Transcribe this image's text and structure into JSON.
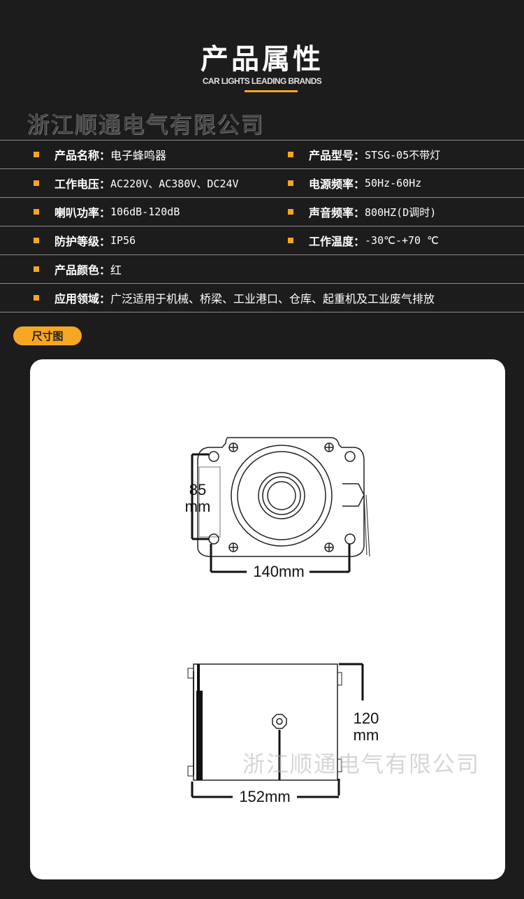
{
  "header": {
    "title": "产品属性",
    "subtitle": "CAR LIGHTS LEADING BRANDS",
    "company": "浙江顺通电气有限公司"
  },
  "specs": {
    "rows": [
      {
        "left": {
          "k": "产品名称：",
          "v": "电子蜂鸣器"
        },
        "right": {
          "k": "产品型号：",
          "v": "STSG-05不带灯"
        }
      },
      {
        "left": {
          "k": "工作电压：",
          "v": "AC220V、AC380V、DC24V"
        },
        "right": {
          "k": "电源频率：",
          "v": "50Hz-60Hz"
        }
      },
      {
        "left": {
          "k": "喇叭功率：",
          "v": "106dB-120dB"
        },
        "right": {
          "k": "声音频率：",
          "v": "800HZ(D调时)"
        }
      },
      {
        "left": {
          "k": "防护等级：",
          "v": "IP56"
        },
        "right": {
          "k": "工作温度：",
          "v": "-30℃-+70 ℃"
        }
      },
      {
        "left": {
          "k": "产品颜色：",
          "v": "红"
        }
      },
      {
        "left": {
          "k": "应用领域：",
          "v": "广泛适用于机械、桥梁、工业港口、仓库、起重机及工业废气排放"
        }
      }
    ]
  },
  "dimensions": {
    "badge": "尺寸图",
    "height_front": [
      "85",
      "mm"
    ],
    "width_front": "140mm",
    "height_side": [
      "120",
      "mm"
    ],
    "width_side": "152mm",
    "watermark": "浙江顺通电气有限公司"
  },
  "colors": {
    "accent": "#f5a623",
    "background": "#1c1c1c",
    "panel": "#ffffff"
  }
}
